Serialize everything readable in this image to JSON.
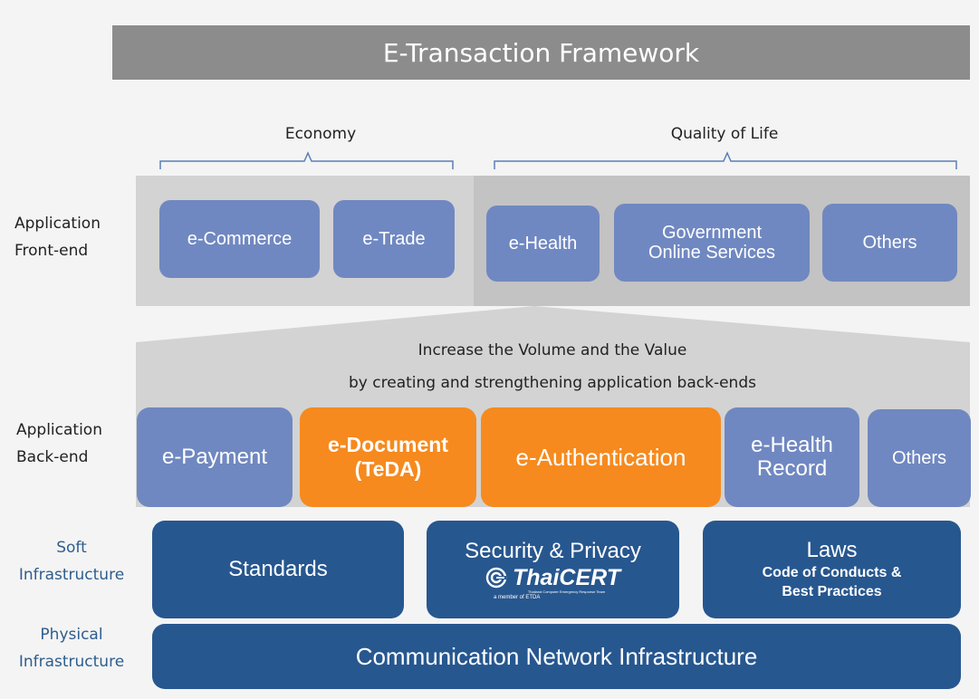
{
  "title": "E-Transaction Framework",
  "groups": {
    "economy": "Economy",
    "quality": "Quality of Life"
  },
  "rows": {
    "front_end": [
      "Application",
      "Front-end"
    ],
    "back_end": [
      "Application",
      "Back-end"
    ],
    "soft": [
      "Soft",
      "Infrastructure"
    ],
    "physical": [
      "Physical",
      "Infrastructure"
    ]
  },
  "front_end_boxes": {
    "commerce": "e-Commerce",
    "trade": "e-Trade",
    "health": "e-Health",
    "gov": [
      "Government",
      "Online Services"
    ],
    "others": "Others"
  },
  "backend_heading": [
    "Increase the Volume and the Value",
    "by creating and strengthening application back-ends"
  ],
  "back_end_boxes": {
    "payment": "e-Payment",
    "document": [
      "e-Document",
      "(TeDA)"
    ],
    "authentication": "e-Authentication",
    "health_record": [
      "e-Health",
      "Record"
    ],
    "others": "Others"
  },
  "soft_boxes": {
    "standards": "Standards",
    "security": "Security & Privacy",
    "thaicert": "ThaiCERT",
    "thaicert_tagline": "Thailand Computer Emergency Response Team",
    "thaicert_member": "a member of ETDA",
    "laws": "Laws",
    "laws_sub": [
      "Code of Conducts &",
      "Best Practices"
    ]
  },
  "physical_box": "Communication Network Infrastructure",
  "colors": {
    "title_bg": "#8c8c8c",
    "light_box": "#7088c1",
    "orange_box": "#f68a1e",
    "navy_box": "#27578f",
    "panel": "#d3d3d3"
  }
}
